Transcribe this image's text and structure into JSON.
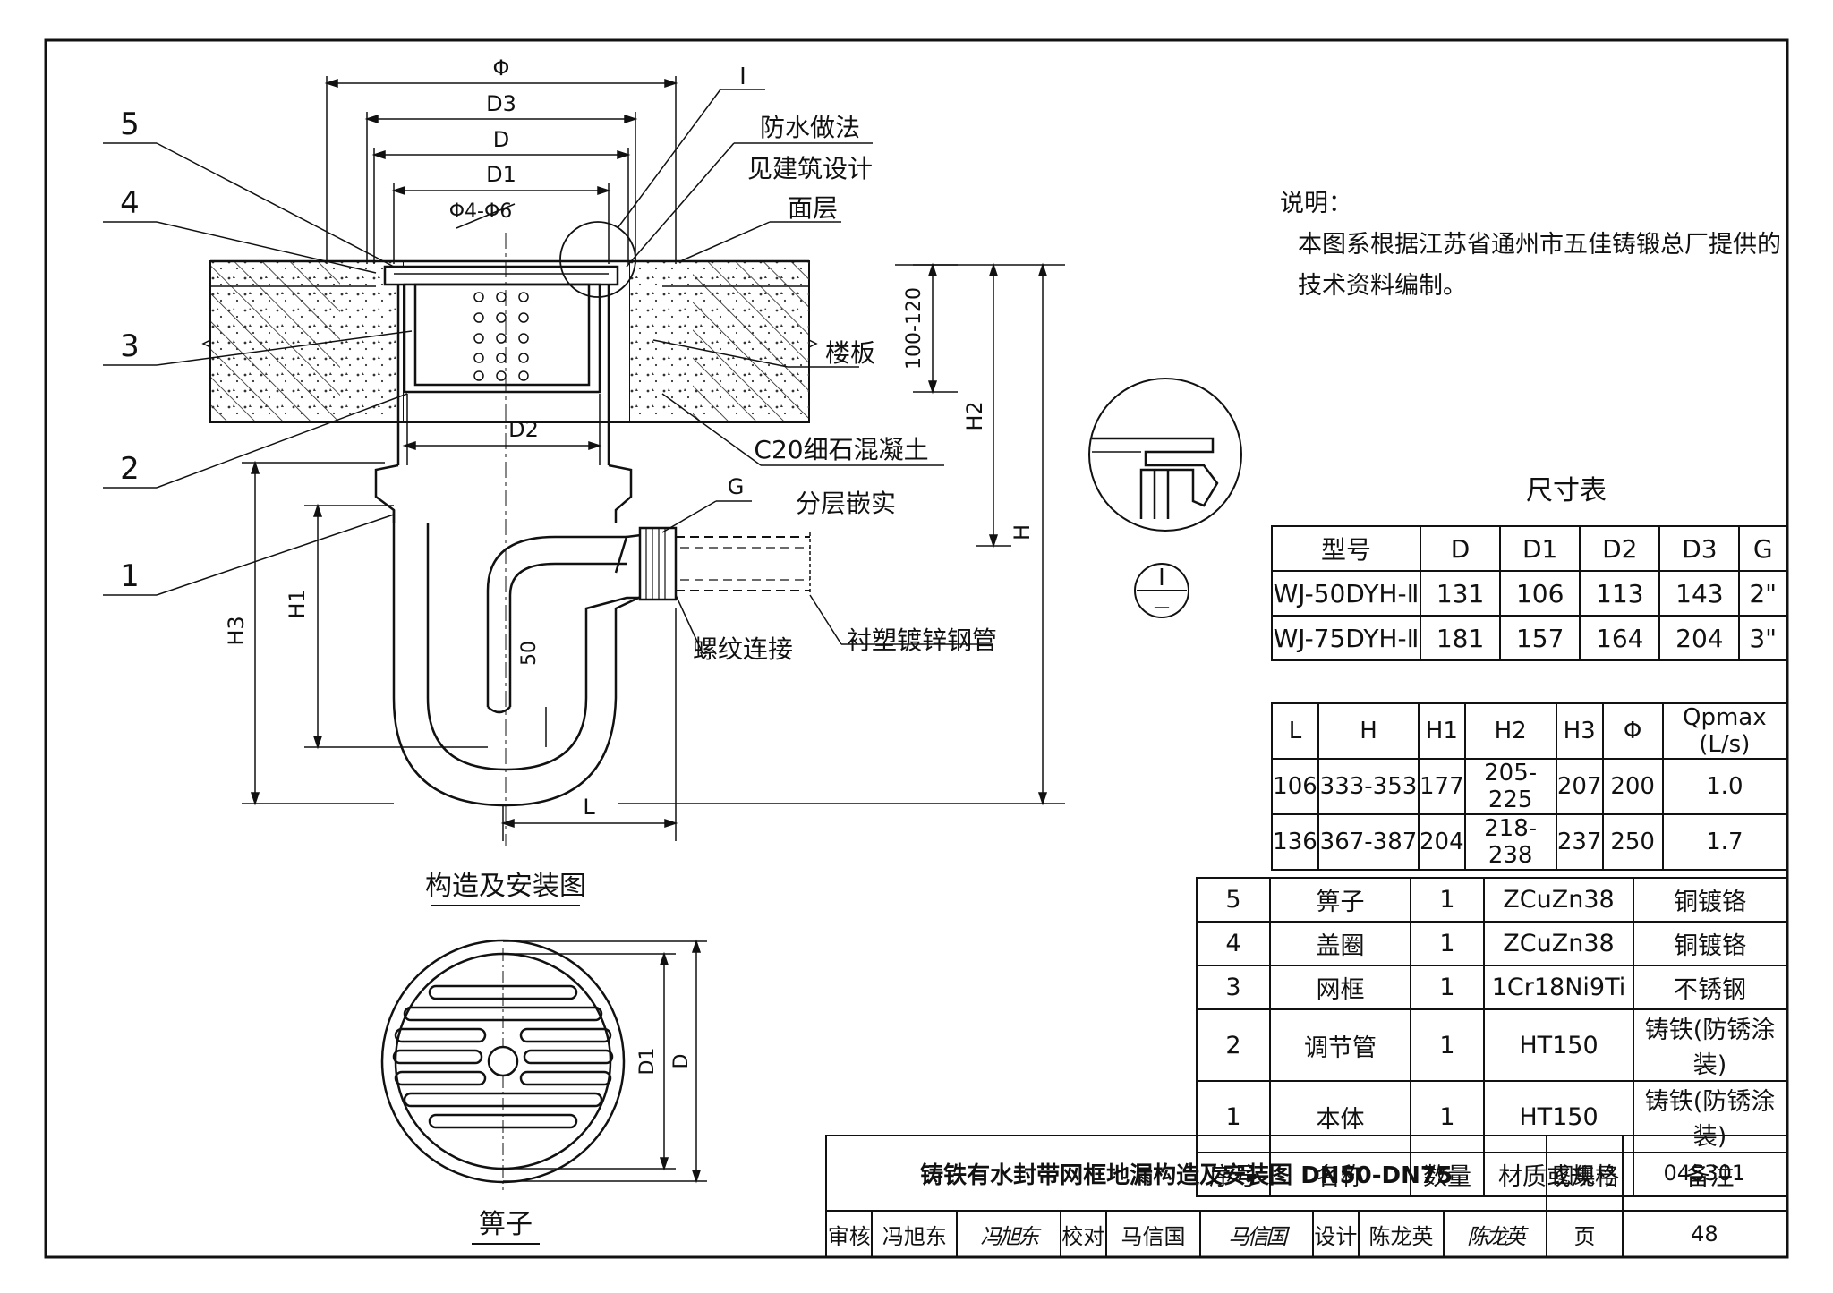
{
  "labels": {
    "phi": "Φ",
    "d3": "D3",
    "d": "D",
    "d1": "D1",
    "d2": "D2",
    "holes": "Φ4-Φ6",
    "detail_mark": "I",
    "waterproof_1": "防水做法",
    "waterproof_2": "见建筑设计",
    "surface": "面层",
    "slab": "楼板",
    "concrete": "C20细石混凝土",
    "layered": "分层嵌实",
    "g": "G",
    "thread": "螺纹连接",
    "pipe": "衬塑镀锌钢管",
    "dim_100_120": "100-120",
    "h": "H",
    "h1": "H1",
    "h2": "H2",
    "h3": "H3",
    "l": "L",
    "fifty": "50",
    "callout_1": "1",
    "callout_2": "2",
    "callout_3": "3",
    "callout_4": "4",
    "callout_5": "5",
    "detail_circle_top": "I",
    "detail_circle_bottom": "—",
    "main_caption": "构造及安装图",
    "grate_caption": "箅子",
    "grate_d1": "D1",
    "grate_d": "D"
  },
  "notes": {
    "heading": "说明：",
    "line1": "本图系根据江苏省通州市五佳铸锻总厂提供的",
    "line2": "技术资料编制。"
  },
  "size_table": {
    "title": "尺寸表",
    "headers": [
      "型号",
      "D",
      "D1",
      "D2",
      "D3",
      "G"
    ],
    "rows": [
      [
        "WJ-50DYH-Ⅱ",
        "131",
        "106",
        "113",
        "143",
        "2\""
      ],
      [
        "WJ-75DYH-Ⅱ",
        "181",
        "157",
        "164",
        "204",
        "3\""
      ]
    ]
  },
  "dim_table": {
    "headers": [
      "L",
      "H",
      "H1",
      "H2",
      "H3",
      "Φ",
      "Qpmax (L/s)"
    ],
    "rows": [
      [
        "106",
        "333-353",
        "177",
        "205-225",
        "207",
        "200",
        "1.0"
      ],
      [
        "136",
        "367-387",
        "204",
        "218-238",
        "237",
        "250",
        "1.7"
      ]
    ]
  },
  "parts_table": {
    "rows": [
      [
        "5",
        "箅子",
        "1",
        "ZCuZn38",
        "铜镀铬"
      ],
      [
        "4",
        "盖圈",
        "1",
        "ZCuZn38",
        "铜镀铬"
      ],
      [
        "3",
        "网框",
        "1",
        "1Cr18Ni9Ti",
        "不锈钢"
      ],
      [
        "2",
        "调节管",
        "1",
        "HT150",
        "铸铁(防锈涂装)"
      ],
      [
        "1",
        "本体",
        "1",
        "HT150",
        "铸铁(防锈涂装)"
      ]
    ],
    "headers": [
      "序号",
      "名称",
      "数量",
      "材质或规格",
      "备注"
    ]
  },
  "title_block": {
    "title": "铸铁有水封带网框地漏构造及安装图 DN50-DN75",
    "atlas_label": "图集号",
    "atlas_no": "04S301",
    "review_label": "审核",
    "reviewer": "冯旭东",
    "reviewer_sig": "冯旭东",
    "check_label": "校对",
    "checker": "马信国",
    "checker_sig": "马信国",
    "design_label": "设计",
    "designer": "陈龙英",
    "designer_sig": "陈龙英",
    "page_label": "页",
    "page_no": "48"
  }
}
